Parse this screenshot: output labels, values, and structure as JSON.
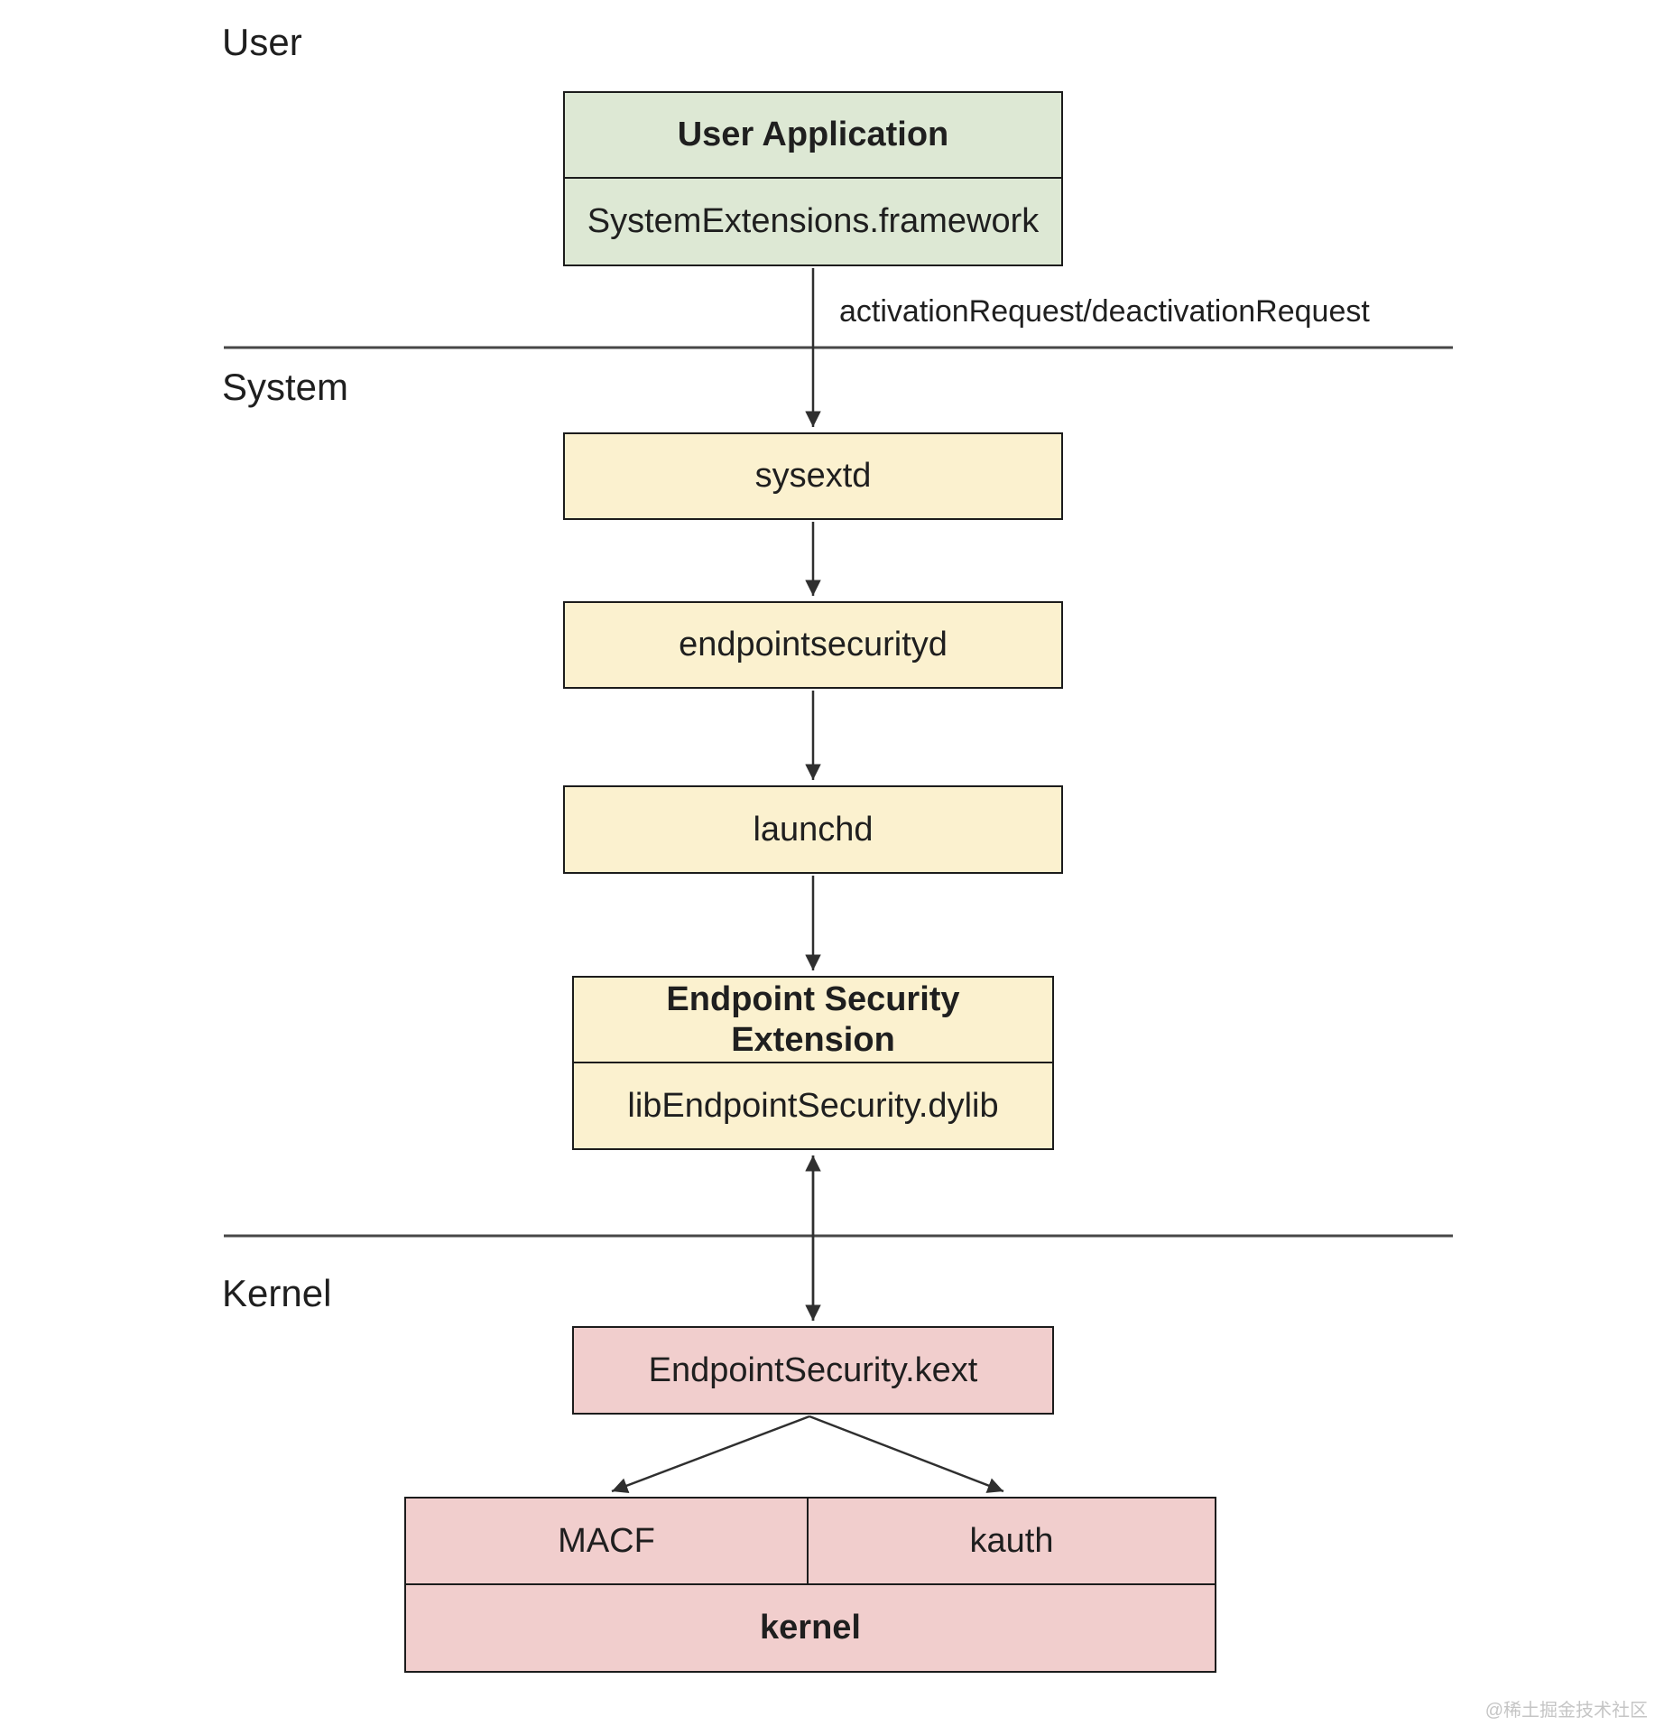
{
  "colors": {
    "green": "#dde8d4",
    "yellow": "#fbf1cf",
    "pink": "#f1cecd",
    "border": "#1c1c1c",
    "line": "#2f2f2f",
    "separator": "#474747",
    "text": "#1f1f1f",
    "watermark": "#c5c5c5",
    "bg": "#ffffff"
  },
  "layers": {
    "user": "User",
    "system": "System",
    "kernel": "Kernel"
  },
  "edge_label": "activationRequest/deactivationRequest",
  "boxes": {
    "user_app": {
      "title": "User Application",
      "subtitle": "SystemExtensions.framework"
    },
    "sysextd": {
      "label": "sysextd"
    },
    "endpointsecurityd": {
      "label": "endpointsecurityd"
    },
    "launchd": {
      "label": "launchd"
    },
    "es_extension": {
      "title_line1": "Endpoint Security",
      "title_line2": "Extension",
      "subtitle": "libEndpointSecurity.dylib"
    },
    "kext": {
      "label": "EndpointSecurity.kext"
    },
    "kernel_internals": {
      "macf": "MACF",
      "kauth": "kauth",
      "kernel": "kernel"
    }
  },
  "watermark": "@稀土掘金技术社区"
}
